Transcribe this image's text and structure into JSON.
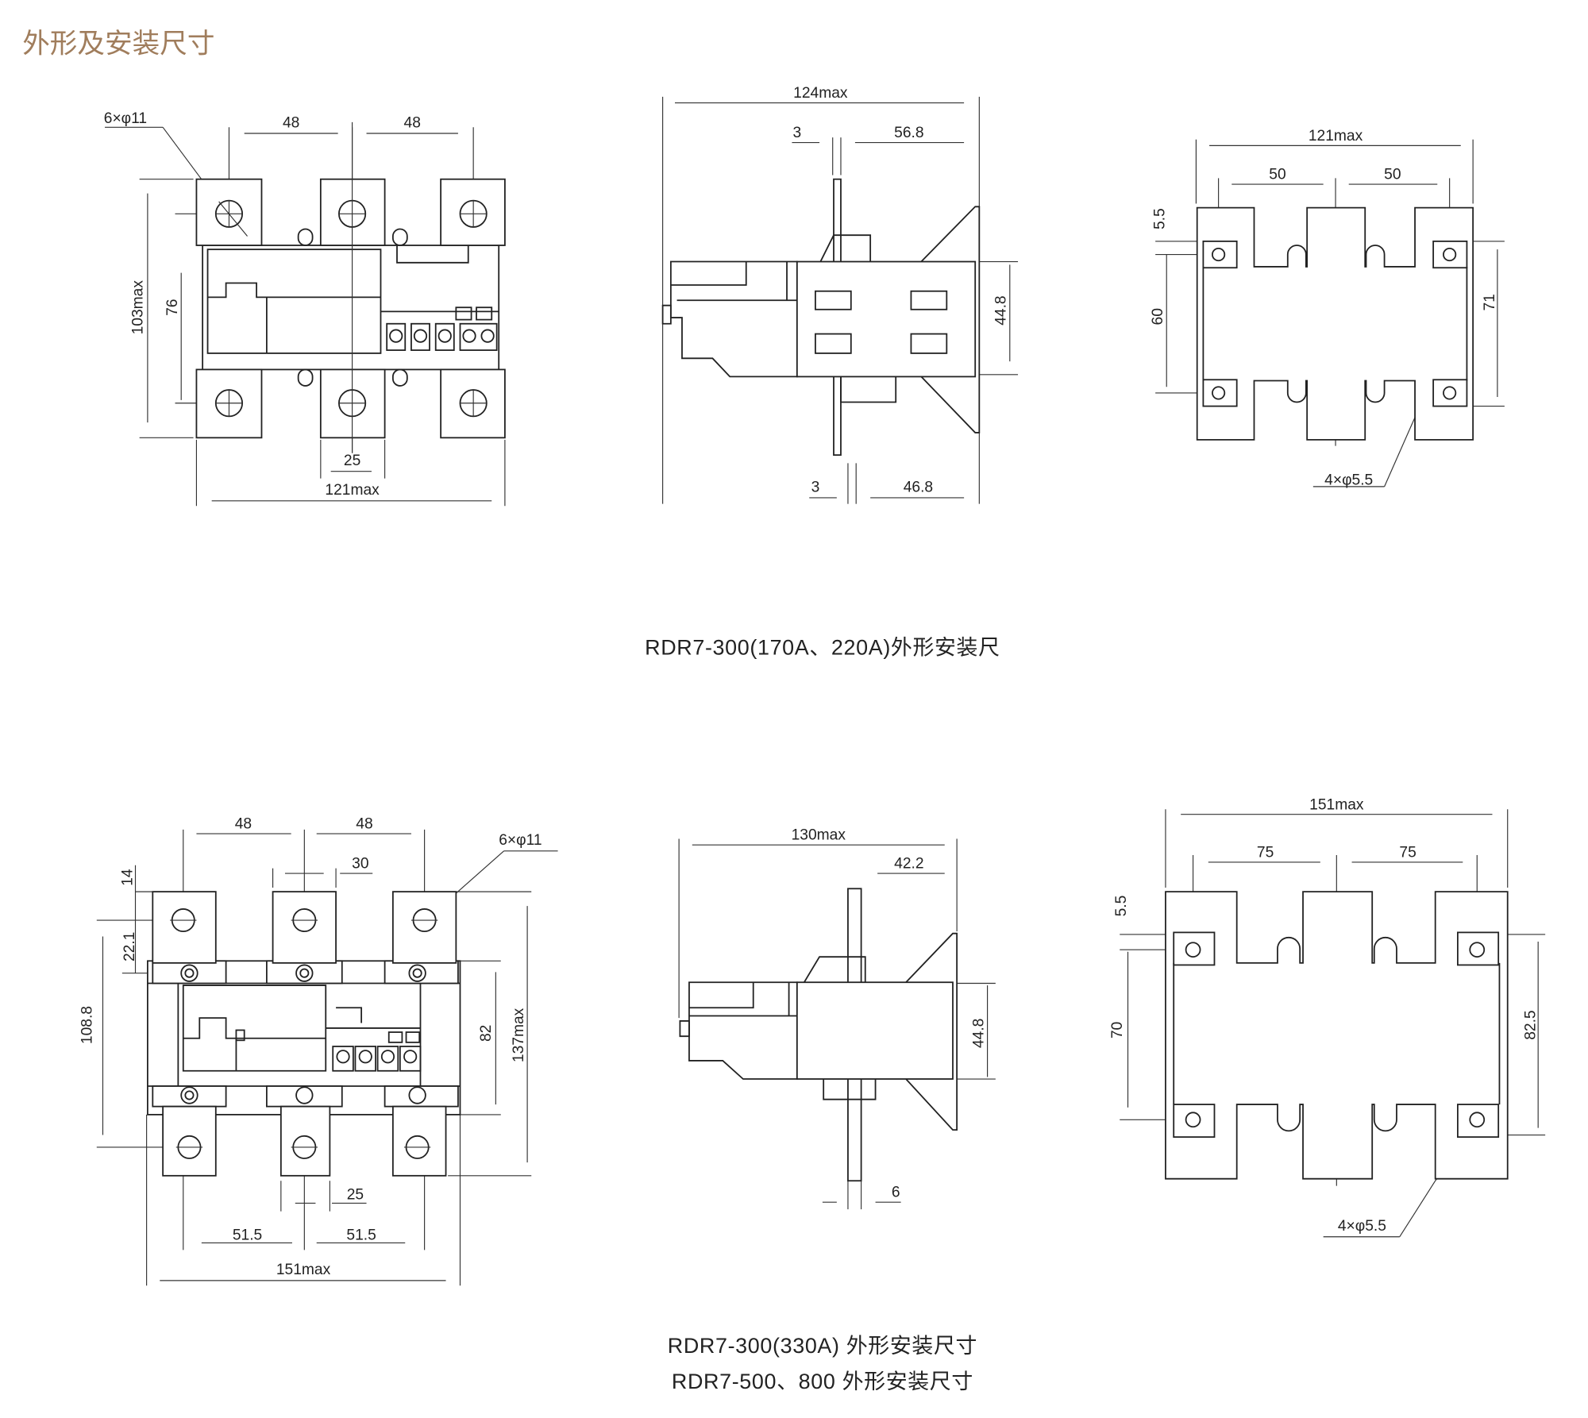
{
  "title": "外形及安装尺寸",
  "colors": {
    "title": "#a07d5c",
    "line": "#222222"
  },
  "section1": {
    "caption": "RDR7-300(170A、220A)外形安装尺",
    "front": {
      "holes": "6×φ11",
      "pitch_left": "48",
      "pitch_right": "48",
      "height_max": "103max",
      "height_inner": "76",
      "terminal_width": "25",
      "width_max": "121max"
    },
    "side": {
      "depth_max": "124max",
      "plate_top": "3",
      "front_top": "56.8",
      "height": "44.8",
      "plate_bottom": "3",
      "front_bottom": "46.8"
    },
    "mount": {
      "width_max": "121max",
      "pitch_left": "50",
      "pitch_right": "50",
      "offset": "5.5",
      "hole_pitch_left": "60",
      "hole_pitch_right": "71",
      "holes": "4×φ5.5"
    }
  },
  "section2": {
    "caption_line1": "RDR7-300(330A) 外形安装尺寸",
    "caption_line2": "RDR7-500、800 外形安装尺寸",
    "front": {
      "pitch_left": "48",
      "pitch_right": "48",
      "holes": "6×φ11",
      "terminal_top": "14",
      "terminal_width_top": "30",
      "hole_offset": "22.1",
      "height": "108.8",
      "body_height": "82",
      "height_max": "137max",
      "terminal_width_bottom": "25",
      "pitch_bottom_left": "51.5",
      "pitch_bottom_right": "51.5",
      "width_max": "151max"
    },
    "side": {
      "depth_max": "130max",
      "front": "42.2",
      "height": "44.8",
      "plate": "6"
    },
    "mount": {
      "width_max": "151max",
      "pitch_left": "75",
      "pitch_right": "75",
      "offset": "5.5",
      "hole_pitch_left": "70",
      "hole_pitch_right": "82.5",
      "holes": "4×φ5.5"
    }
  }
}
